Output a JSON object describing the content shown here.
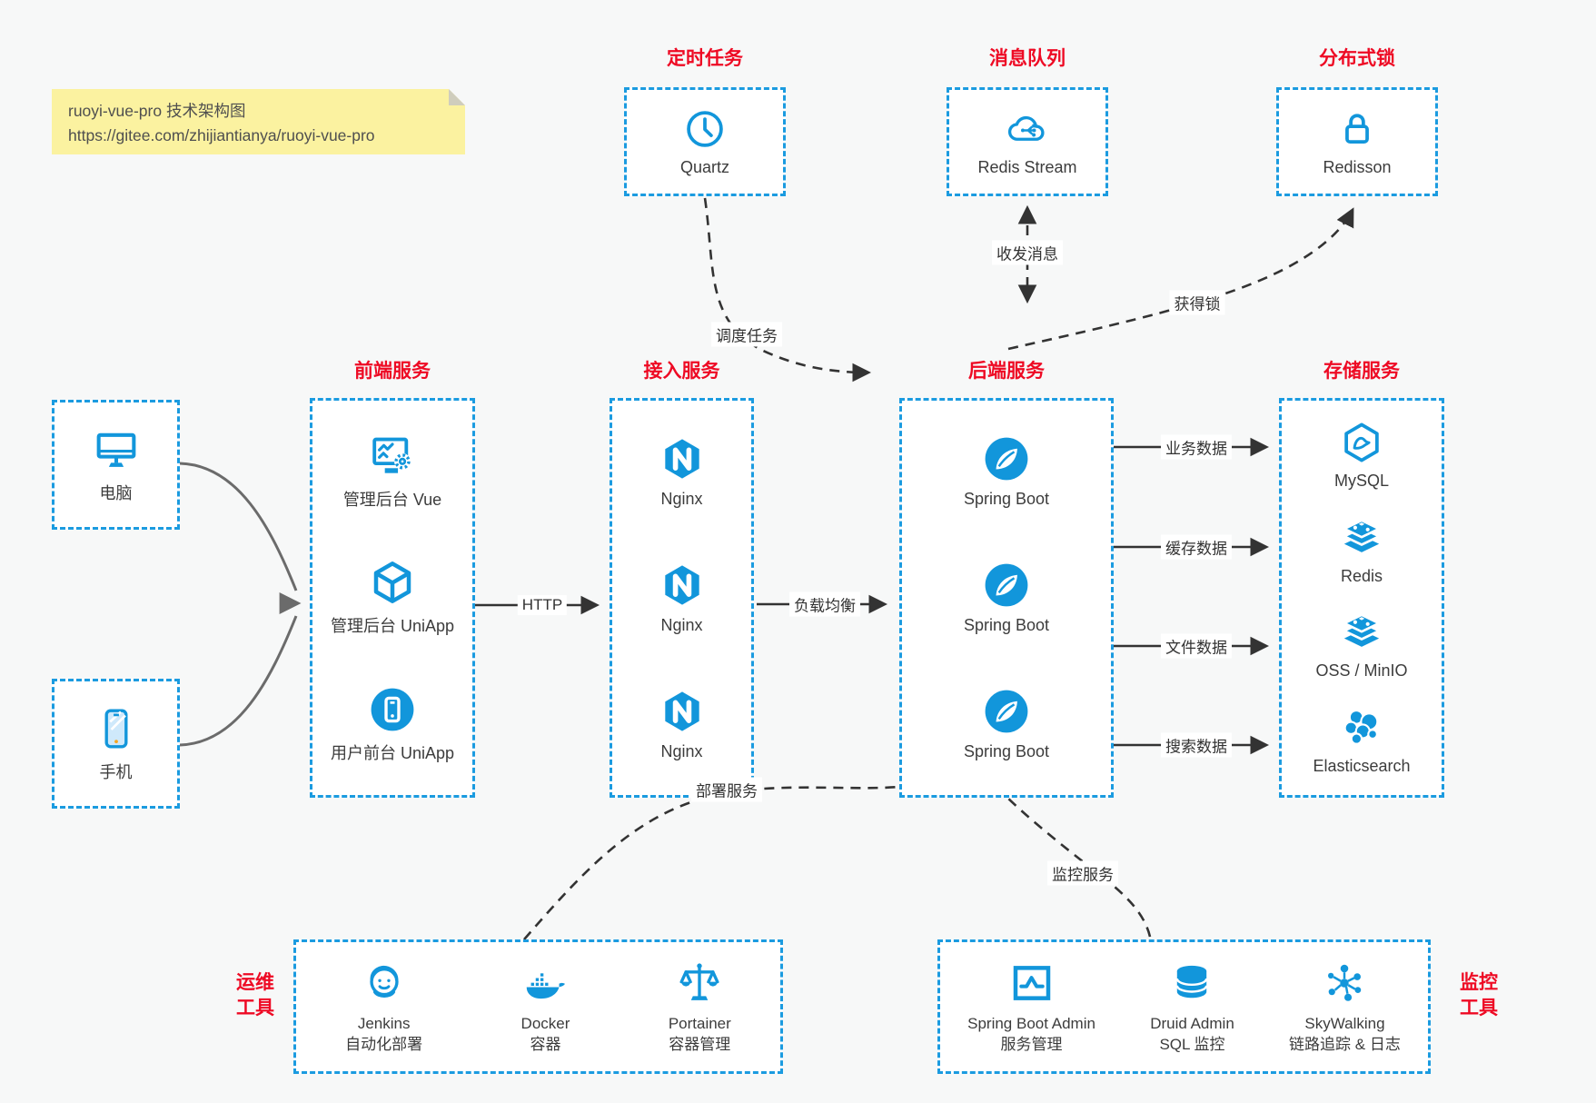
{
  "note": {
    "line1": "ruoyi-vue-pro 技术架构图",
    "line2": "https://gitee.com/zhijiantianya/ruoyi-vue-pro"
  },
  "top_groups": [
    {
      "title": "定时任务",
      "item": {
        "icon": "clock-icon",
        "label": "Quartz"
      }
    },
    {
      "title": "消息队列",
      "item": {
        "icon": "cloud-message-icon",
        "label": "Redis Stream"
      }
    },
    {
      "title": "分布式锁",
      "item": {
        "icon": "lock-icon",
        "label": "Redisson"
      }
    }
  ],
  "clients": [
    {
      "icon": "desktop-icon",
      "label": "电脑"
    },
    {
      "icon": "mobile-icon",
      "label": "手机"
    }
  ],
  "columns": [
    {
      "title": "前端服务",
      "items": [
        {
          "icon": "vue-admin-icon",
          "label": "管理后台 Vue"
        },
        {
          "icon": "uniapp-cube-icon",
          "label": "管理后台 UniApp"
        },
        {
          "icon": "uniapp-user-icon",
          "label": "用户前台 UniApp"
        }
      ]
    },
    {
      "title": "接入服务",
      "items": [
        {
          "icon": "nginx-icon",
          "label": "Nginx"
        },
        {
          "icon": "nginx-icon",
          "label": "Nginx"
        },
        {
          "icon": "nginx-icon",
          "label": "Nginx"
        }
      ]
    },
    {
      "title": "后端服务",
      "items": [
        {
          "icon": "spring-boot-icon",
          "label": "Spring Boot"
        },
        {
          "icon": "spring-boot-icon",
          "label": "Spring Boot"
        },
        {
          "icon": "spring-boot-icon",
          "label": "Spring Boot"
        }
      ]
    },
    {
      "title": "存储服务",
      "items": [
        {
          "icon": "mysql-icon",
          "label": "MySQL"
        },
        {
          "icon": "redis-icon",
          "label": "Redis"
        },
        {
          "icon": "oss-minio-icon",
          "label": "OSS / MinIO"
        },
        {
          "icon": "elasticsearch-icon",
          "label": "Elasticsearch"
        }
      ]
    }
  ],
  "bottom_groups": [
    {
      "title_lines": [
        "运维",
        "工具"
      ],
      "items": [
        {
          "icon": "jenkins-icon",
          "label_lines": [
            "Jenkins",
            "自动化部署"
          ]
        },
        {
          "icon": "docker-icon",
          "label_lines": [
            "Docker",
            "容器"
          ]
        },
        {
          "icon": "portainer-icon",
          "label_lines": [
            "Portainer",
            "容器管理"
          ]
        }
      ]
    },
    {
      "title_lines": [
        "监控",
        "工具"
      ],
      "items": [
        {
          "icon": "spring-boot-admin-icon",
          "label_lines": [
            "Spring Boot Admin",
            "服务管理"
          ]
        },
        {
          "icon": "druid-icon",
          "label_lines": [
            "Druid Admin",
            "SQL 监控"
          ]
        },
        {
          "icon": "skywalking-icon",
          "label_lines": [
            "SkyWalking",
            "链路追踪 & 日志"
          ]
        }
      ]
    }
  ],
  "edges": {
    "http": "HTTP",
    "load_balance": "负载均衡",
    "schedule": "调度任务",
    "message": "收发消息",
    "acquire_lock": "获得锁",
    "biz_data": "业务数据",
    "cache_data": "缓存数据",
    "file_data": "文件数据",
    "search_data": "搜索数据",
    "deploy": "部署服务",
    "monitor": "监控服务"
  },
  "colors": {
    "accent_blue": "#1296db",
    "border_blue": "#1b9be0",
    "title_red": "#ee0a24",
    "arrow_dark": "#333333",
    "arrow_gray": "#6b6b6b",
    "note_bg": "#fbf2a0"
  }
}
